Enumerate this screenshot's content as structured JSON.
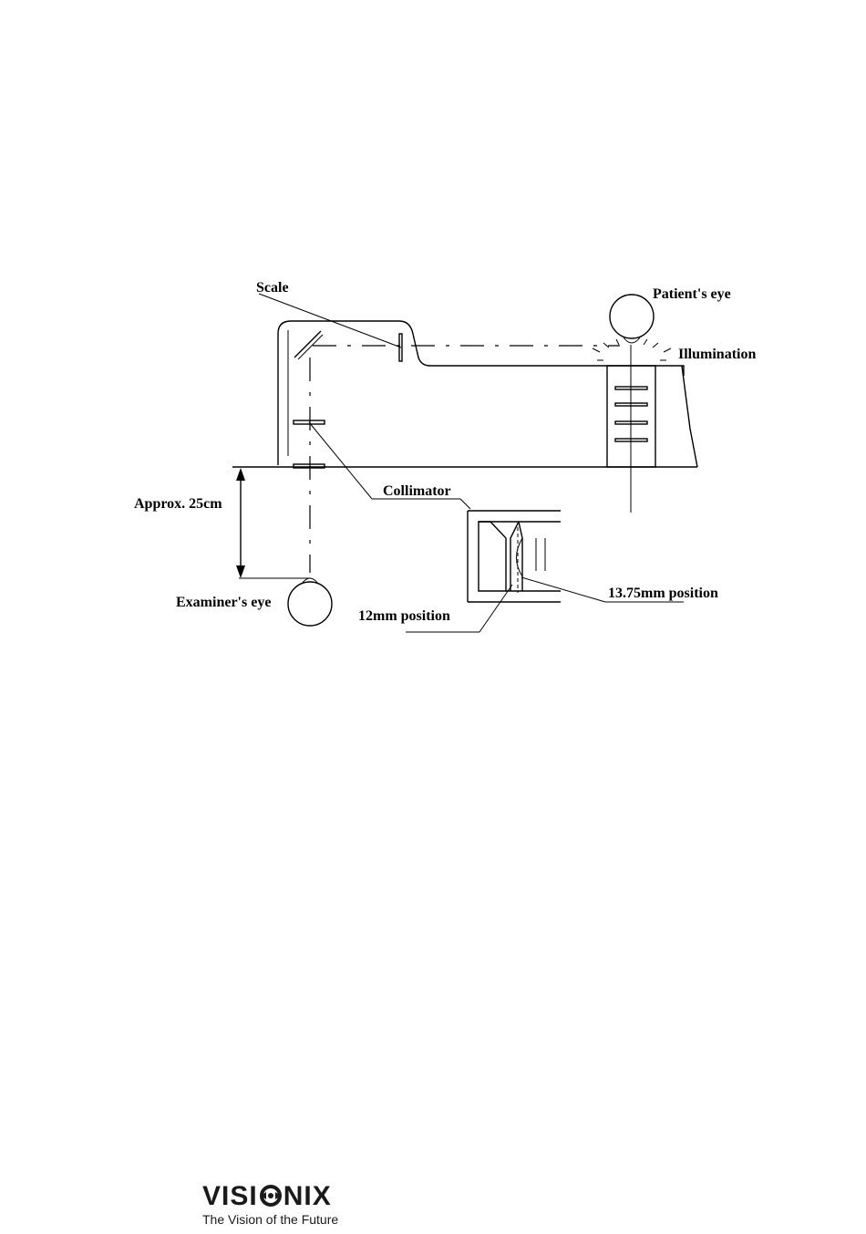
{
  "diagram": {
    "labels": {
      "scale": "Scale",
      "patient_eye": "Patient's eye",
      "illumination": "Illumination",
      "collimator": "Collimator",
      "distance": "Approx. 25cm",
      "examiner_eye": "Examiner's eye",
      "position_12": "12mm position",
      "position_1375": "13.75mm position"
    }
  },
  "footer": {
    "brand_left": "VISI",
    "brand_right": "NIX",
    "tagline": "The Vision of the Future"
  }
}
